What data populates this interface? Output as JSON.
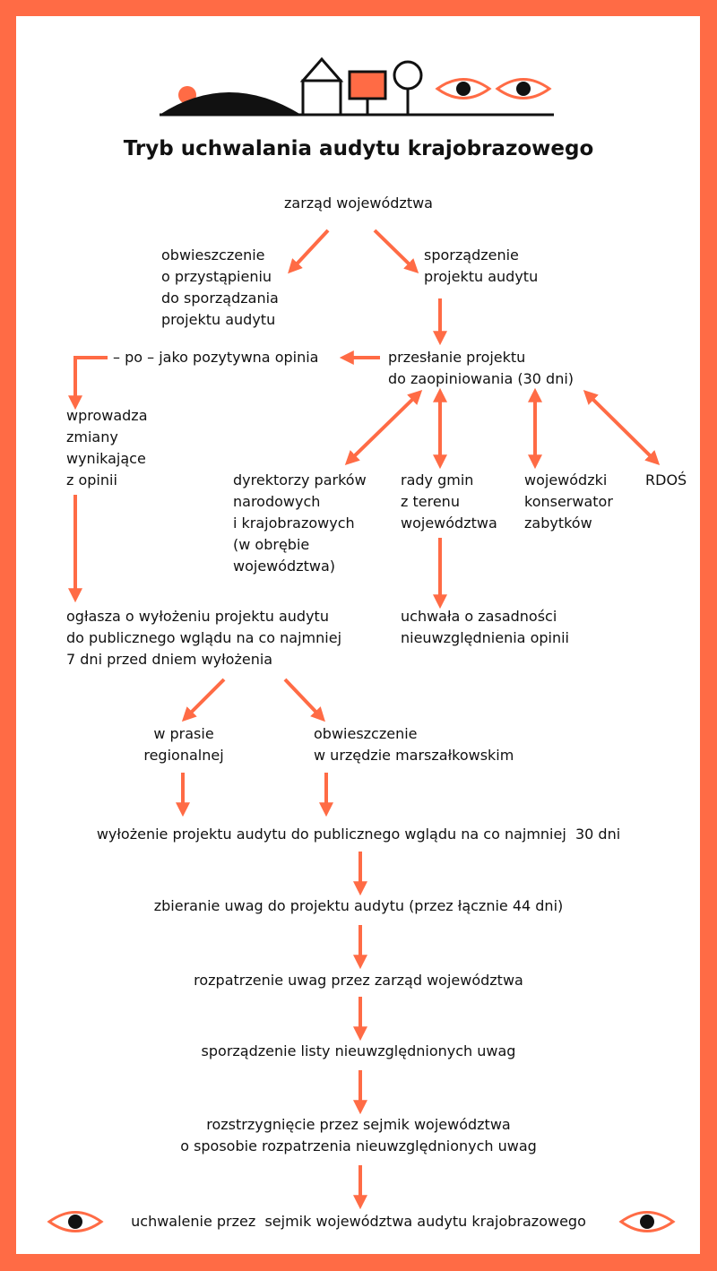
{
  "title": "Tryb uchwalania audytu krajobrazowego",
  "colors": {
    "accent": "#ff6b45",
    "ink": "#111111",
    "panel": "#ffffff"
  },
  "icons": [
    "sun-icon",
    "hill-icon",
    "house-icon",
    "sign-icon",
    "tree-icon",
    "eye-icon"
  ],
  "nodes": {
    "zarzad": "zarząd województwa",
    "obwieszczenie_przystapienie": "obwieszczenie\no przystąpieniu\ndo sporządzania\nprojektu audytu",
    "sporzadzenie_projektu": "sporządzenie\nprojektu audytu",
    "przeslanie": "przesłanie projektu\ndo zaopiniowania (30 dni)",
    "pozytywna_opinia": "– po – jako pozytywna opinia",
    "wprowadza_zmiany": "wprowadza\nzmiany\nwynikające\nz opinii",
    "dyrektorzy": "dyrektorzy parków\nnarodowych\ni krajobrazowych\n(w obrębie\nwojewództwa)",
    "rady_gmin": "rady gmin\nz terenu\nwojewództwa",
    "konserwator": "wojewódzki\nkonserwator\nzabytków",
    "rdos": "RDOŚ",
    "uchwala_zasadnosci": "uchwała o zasadności\nnieuwzględnienia opinii",
    "oglasza": "ogłasza o wyłożeniu projektu audytu\ndo publicznego wglądu na co najmniej\n7 dni przed dniem wyłożenia",
    "w_prasie": "w prasie\nregionalnej",
    "obwieszczenie_urzad": "obwieszczenie\nw urzędzie marszałkowskim",
    "wylozenie": "wyłożenie projektu audytu do publicznego wglądu na co najmniej  30 dni",
    "zbieranie": "zbieranie uwag do projektu audytu (przez łącznie 44 dni)",
    "rozpatrzenie": "rozpatrzenie uwag przez zarząd województwa",
    "lista": "sporządzenie listy nieuwzględnionych uwag",
    "rozstrzygniecie": "rozstrzygnięcie przez sejmik województwa\no sposobie rozpatrzenia nieuwzględnionych uwag",
    "uchwalenie": "uchwalenie przez  sejmik województwa audytu krajobrazowego"
  }
}
